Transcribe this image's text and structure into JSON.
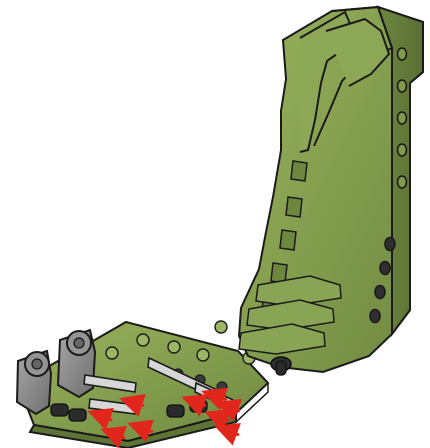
{
  "colors": {
    "background": "#ffffff",
    "brick_green": "#7f9a4b",
    "brick_green_light": "#98b35d",
    "brick_green_dark": "#5f7636",
    "outline": "#1b1b1b",
    "gray_part": "#8c8c8c",
    "gray_part_dark": "#5d5d5d",
    "pin_light": "#d9d9d9",
    "arrow_red": "#e1261c"
  },
  "illustration": {
    "main_parts": [
      "tall-green-brick-column",
      "base-plate-assembly",
      "gray-pin-connectors",
      "black-axle-pins"
    ],
    "arrow_count": 9
  }
}
